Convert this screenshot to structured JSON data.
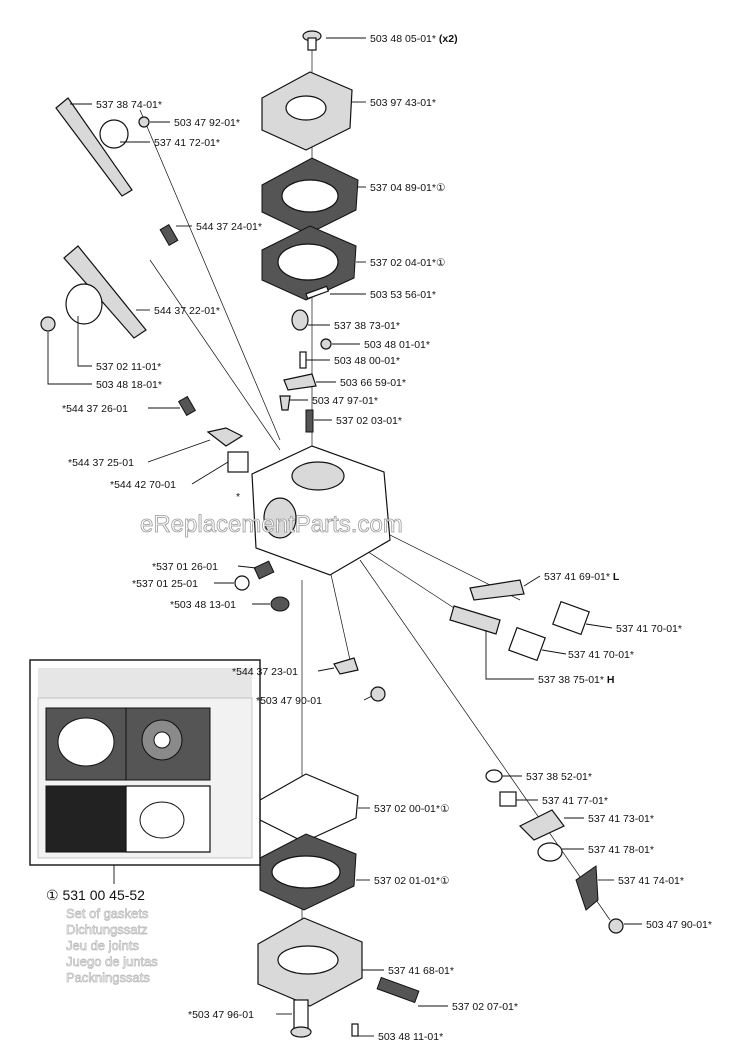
{
  "watermark": "eReplacementParts.com",
  "labels": {
    "screw_top": "503 48 05-01*",
    "screw_top_qty": "(x2)",
    "pump_cover": "503 97 43-01*",
    "pump_diaphragm": "537 04 89-01*",
    "pump_gasket": "537 02 04-01*",
    "kit_marker": "①",
    "pin": "503 53 56-01*",
    "inlet_needle": "537 38 73-01*",
    "screw_small": "503 48 01-01*",
    "axle": "503 48 00-01*",
    "inlet_lever": "503 66 59-01*",
    "needle_valve": "503 47 97-01*",
    "spring": "537 02 03-01*",
    "throttle_shaft": "537 38 74-01*",
    "throttle_screw": "503 47 92-01*",
    "throttle_valve": "537 41 72-01*",
    "throttle_spring": "544 37 24-01*",
    "choke_shaft": "544 37 22-01*",
    "choke_valve": "537 02 11-01*",
    "choke_screw": "503 48 18-01*",
    "choke_spring": "*544 37 26-01",
    "choke_detent": "*544 37 25-01",
    "choke_bushing": "*544 42 70-01",
    "body_asterisk": "*",
    "check_spring": "*537 01 26-01",
    "check_ball": "*537 01 25-01",
    "filter_screen": "*503 48 13-01",
    "lever": "*544 37 23-01",
    "lever_screw": "*503 47 90-01",
    "needle_l": "537 41 69-01*",
    "needle_l_marker": "L",
    "limiter_cap": "537 41 70-01*",
    "needle_h": "537 38 75-01*",
    "needle_h_marker": "H",
    "idle_washer": "537 38 52-01*",
    "idle_bushing": "537 41 77-01*",
    "idle_lever": "537 41 73-01*",
    "idle_washer_2": "537 41 78-01*",
    "idle_arm": "537 41 74-01*",
    "idle_screw": "503 47 90-01*",
    "metering_diaphragm": "537 02 00-01*",
    "metering_gasket": "537 02 01-01*",
    "metering_cover": "537 41 68-01*",
    "fuel_screw": "537 02 07-01*",
    "bottom_screw": "*503 47 96-01",
    "plug": "503 48 11-01*"
  },
  "kit": {
    "marker": "①",
    "part_number": "531 00 45-52",
    "descriptions": [
      "Set of gaskets",
      "Dichtungssatz",
      "Jeu de joints",
      "Juego de juntas",
      "Packningssats"
    ]
  }
}
